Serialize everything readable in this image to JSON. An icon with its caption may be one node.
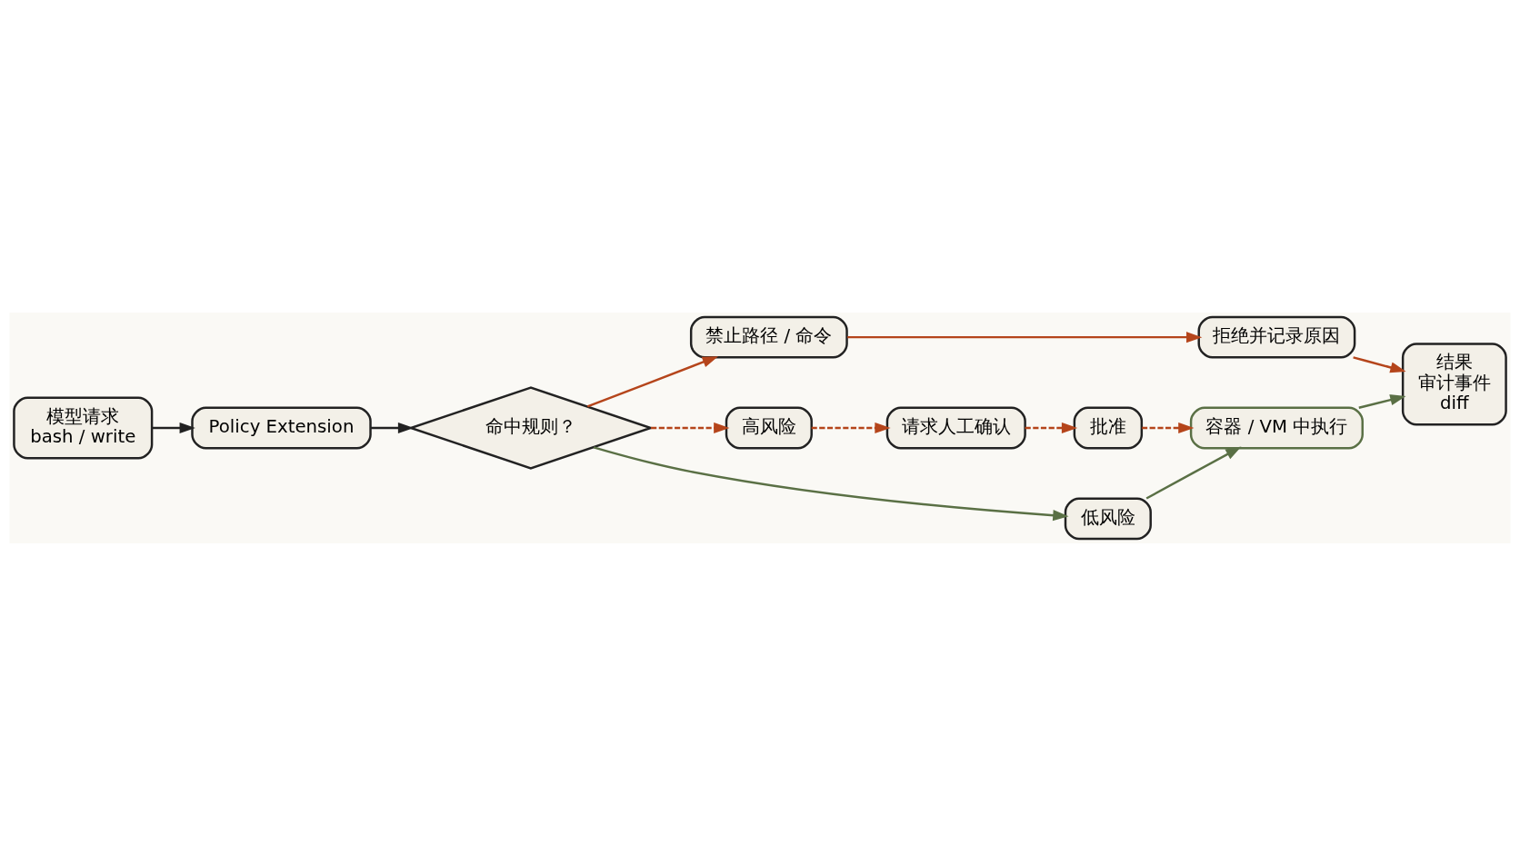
{
  "diagram": {
    "nodes": [
      {
        "text": [
          "模型请求",
          "bash / write"
        ]
      },
      {
        "text": [
          "Policy Extension"
        ]
      },
      {
        "text": [
          "命中规则？"
        ]
      },
      {
        "text": [
          "禁止路径 / 命令"
        ]
      },
      {
        "text": [
          "拒绝并记录原因"
        ]
      },
      {
        "text": [
          "高风险"
        ]
      },
      {
        "text": [
          "请求人工确认"
        ]
      },
      {
        "text": [
          "批准"
        ]
      },
      {
        "text": [
          "容器 / VM 中执行"
        ]
      },
      {
        "text": [
          "低风险"
        ]
      },
      {
        "text": [
          "结果",
          "审计事件",
          "diff"
        ]
      }
    ],
    "edges": [
      {
        "from": 0,
        "to": 1,
        "arrow": "to",
        "color": "#222222"
      },
      {
        "from": 1,
        "to": 2,
        "arrow": "to",
        "color": "#222222"
      },
      {
        "from": 2,
        "to": 3,
        "arrow": "to",
        "color": "#b5451b"
      },
      {
        "from": 3,
        "to": 4,
        "arrow": "to",
        "color": "#b5451b"
      },
      {
        "from": 4,
        "to": 10,
        "arrow": "to",
        "color": "#b5451b"
      },
      {
        "from": 2,
        "to": 5,
        "arrow": "to",
        "style": "dashed",
        "color": "#b5451b"
      },
      {
        "from": 5,
        "to": 6,
        "arrow": "to",
        "style": "dashed",
        "color": "#b5451b"
      },
      {
        "from": 6,
        "to": 7,
        "arrow": "to",
        "style": "dashed",
        "color": "#b5451b"
      },
      {
        "from": 7,
        "to": 8,
        "arrow": "to",
        "style": "dashed",
        "color": "#b5451b"
      },
      {
        "from": 2,
        "to": 9,
        "arrow": "to",
        "color": "#5a7045"
      },
      {
        "from": 9,
        "to": 8,
        "arrow": "to",
        "color": "#5a7045"
      },
      {
        "from": 8,
        "to": 10,
        "arrow": "to",
        "color": "#5a7045"
      }
    ]
  }
}
